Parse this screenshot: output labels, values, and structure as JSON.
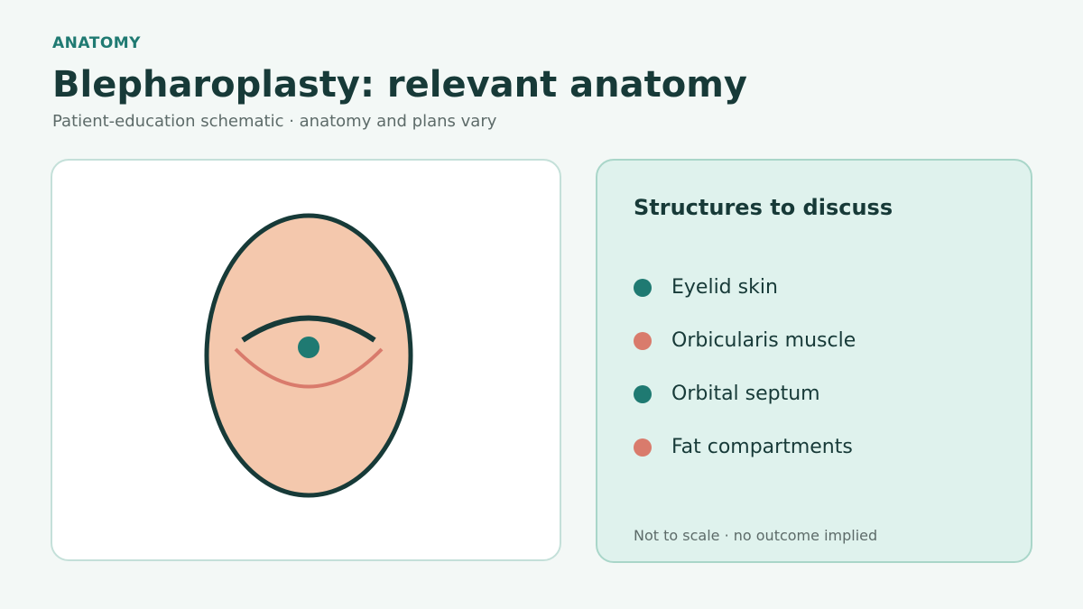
{
  "header": {
    "eyebrow": "ANATOMY",
    "title": "Blepharoplasty: relevant anatomy",
    "subtitle": "Patient-education schematic · anatomy and plans vary"
  },
  "diagram": {
    "face_fill": "#f4c8ad",
    "outline_color": "#173a38",
    "upper_lid_color": "#173a38",
    "lower_lid_color": "#d97b6c",
    "iris_color": "#1f7a72"
  },
  "legend": {
    "title": "Structures to discuss",
    "items": [
      {
        "label": "Eyelid skin",
        "color": "#1f7a72"
      },
      {
        "label": "Orbicularis muscle",
        "color": "#d97b6c"
      },
      {
        "label": "Orbital septum",
        "color": "#1f7a72"
      },
      {
        "label": "Fat compartments",
        "color": "#d97b6c"
      }
    ],
    "footnote": "Not to scale · no outcome implied"
  }
}
